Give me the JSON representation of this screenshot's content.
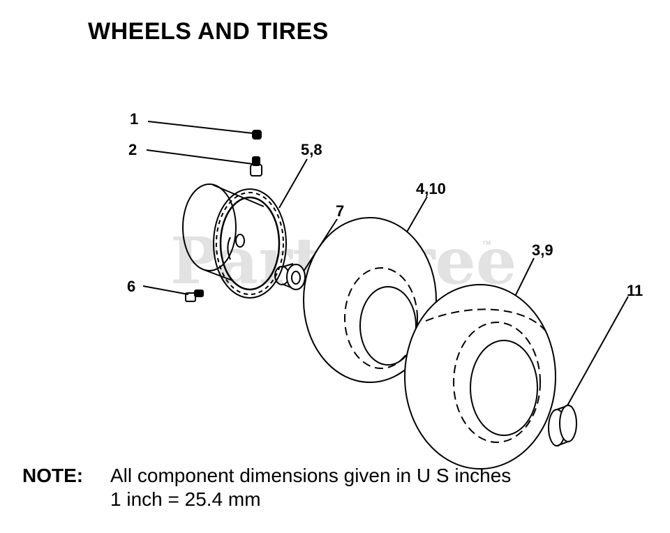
{
  "title": "WHEELS AND TIRES",
  "callouts": [
    {
      "id": "c1",
      "label": "1"
    },
    {
      "id": "c2",
      "label": "2"
    },
    {
      "id": "c58",
      "label": "5,8"
    },
    {
      "id": "c7",
      "label": "7"
    },
    {
      "id": "c410",
      "label": "4,10"
    },
    {
      "id": "c39",
      "label": "3,9"
    },
    {
      "id": "c6",
      "label": "6"
    },
    {
      "id": "c11",
      "label": "11"
    }
  ],
  "note": {
    "label": "NOTE:",
    "line1": "All component dimensions given in U S  inches",
    "line2": "1 inch = 25.4 mm"
  },
  "watermark": {
    "text": "PartsTree",
    "mark": "™"
  }
}
